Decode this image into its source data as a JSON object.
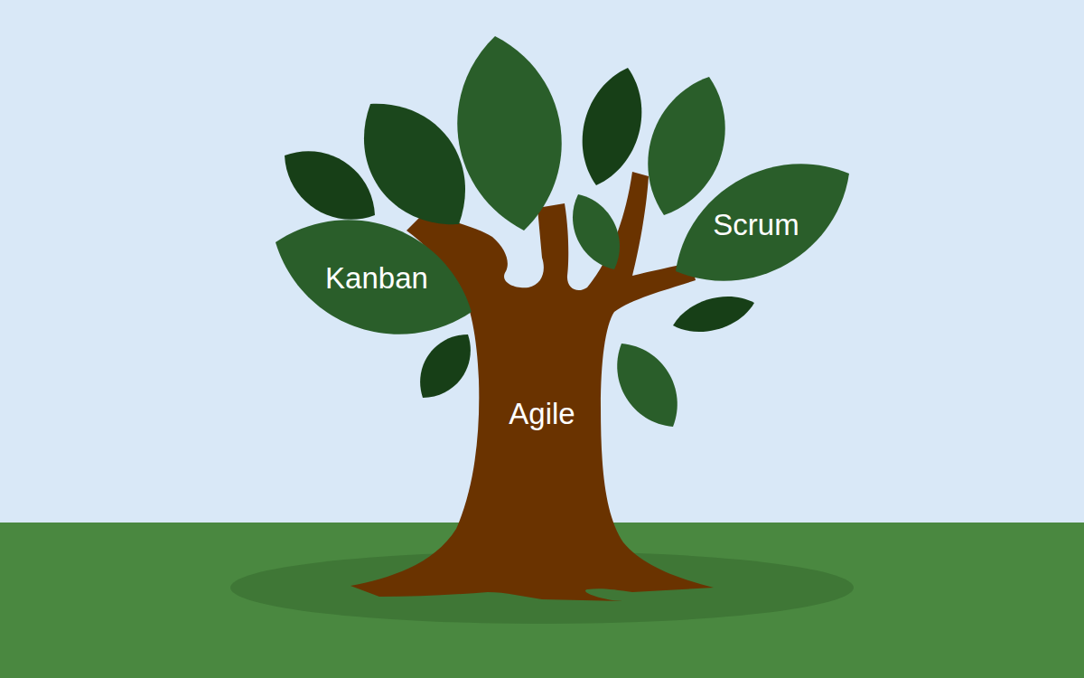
{
  "diagram": {
    "nodes": [
      {
        "text": [
          "Scrum"
        ]
      },
      {
        "text": [
          "Kanban"
        ]
      },
      {
        "text": [
          "Agile"
        ]
      }
    ]
  }
}
